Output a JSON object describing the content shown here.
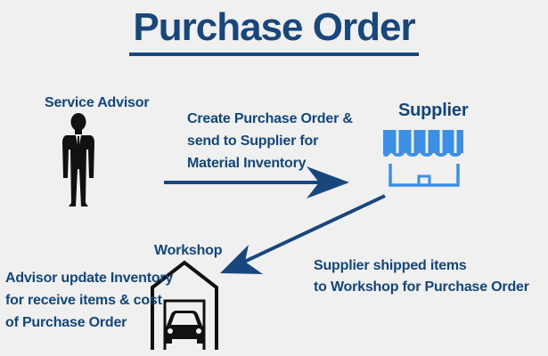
{
  "title": "Purchase Order",
  "actors": {
    "service_advisor": {
      "label": "Service Advisor",
      "icon": "businessman-icon"
    },
    "supplier": {
      "label": "Supplier",
      "icon": "storefront-icon"
    },
    "workshop": {
      "label": "Workshop",
      "icon": "garage-car-icon"
    }
  },
  "flows": {
    "create_po": [
      "Create Purchase Order &",
      "send to Supplier for",
      "Material Inventory"
    ],
    "supplier_shipped": [
      "Supplier shipped items",
      "to Workshop for Purchase Order"
    ],
    "advisor_update": [
      "Advisor update Inventory",
      "for receive items & cost",
      "of Purchase Order"
    ]
  },
  "colors": {
    "background": "#f0f0f0",
    "text": "#12467c",
    "arrow": "#17477d",
    "supplier_icon": "#3b8fe6",
    "person": "#111111"
  }
}
